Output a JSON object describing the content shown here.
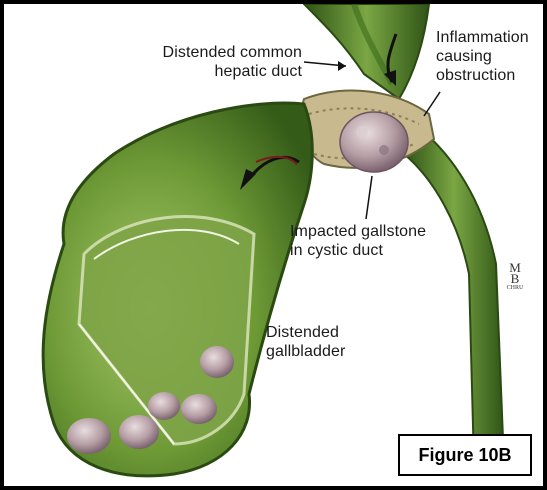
{
  "figure": {
    "label": "Figure 10B",
    "annotations": {
      "hepatic_duct": "Distended common\nhepatic duct",
      "inflammation": "Inflammation\ncausing\nobstruction",
      "gallstone": "Impacted gallstone\nin cystic duct",
      "gallbladder": "Distended\ngallbladder"
    },
    "signature": {
      "top": "M",
      "bottom": "B",
      "small": "CHRU"
    }
  },
  "colors": {
    "tissue_green": "#5e8a2e",
    "tissue_dark": "#2f5416",
    "tissue_light": "#9cc063",
    "stone": "#b8a0a6",
    "inflamed": "#c9b98e",
    "frame": "#000000"
  }
}
